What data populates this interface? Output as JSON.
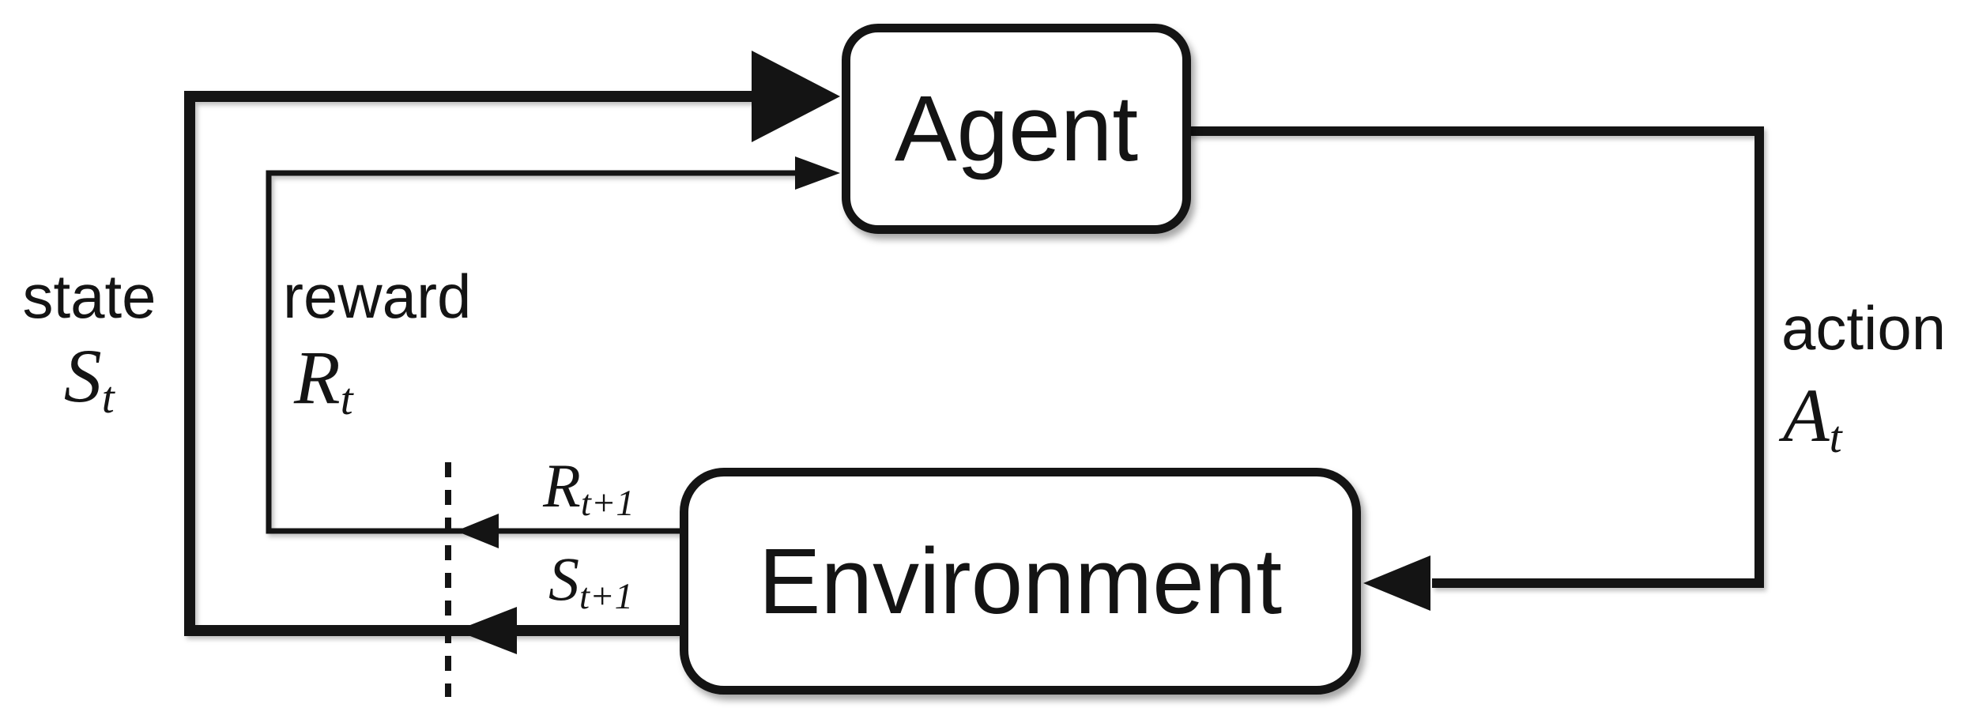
{
  "boxes": {
    "agent": "Agent",
    "environment": "Environment"
  },
  "labels": {
    "state": {
      "word": "state",
      "symbol_base": "S",
      "symbol_sub": "t"
    },
    "reward": {
      "word": "reward",
      "symbol_base": "R",
      "symbol_sub": "t"
    },
    "action": {
      "word": "action",
      "symbol_base": "A",
      "symbol_sub": "t"
    },
    "next_reward": {
      "base": "R",
      "sub": "t+1"
    },
    "next_state": {
      "base": "S",
      "sub": "t+1"
    }
  },
  "colors": {
    "ink": "#141414",
    "background": "#ffffff",
    "box_fill": "#ffffff"
  }
}
